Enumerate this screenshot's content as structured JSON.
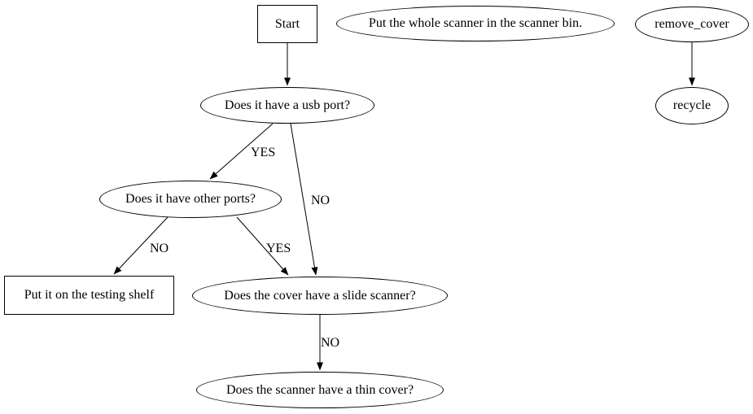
{
  "diagram": {
    "background": "#ffffff",
    "stroke_color": "#000000",
    "text_color": "#000000",
    "nodes": {
      "start": {
        "label": "Start",
        "shape": "box"
      },
      "scanner_bin": {
        "label": "Put the whole scanner in the scanner bin.",
        "shape": "ellipse"
      },
      "remove_cover": {
        "label": "remove_cover",
        "shape": "ellipse"
      },
      "usb_port": {
        "label": "Does it have a usb port?",
        "shape": "ellipse"
      },
      "recycle": {
        "label": "recycle",
        "shape": "ellipse"
      },
      "other_ports": {
        "label": "Does it have other ports?",
        "shape": "ellipse"
      },
      "testing_shelf": {
        "label": "Put it on the testing shelf",
        "shape": "box"
      },
      "slide_scanner": {
        "label": "Does the cover have a slide scanner?",
        "shape": "ellipse"
      },
      "thin_cover": {
        "label": "Does the scanner have a thin cover?",
        "shape": "ellipse"
      }
    },
    "edges": [
      {
        "from": "start",
        "to": "usb_port",
        "label": ""
      },
      {
        "from": "usb_port",
        "to": "other_ports",
        "label": "YES"
      },
      {
        "from": "usb_port",
        "to": "slide_scanner",
        "label": "NO"
      },
      {
        "from": "other_ports",
        "to": "testing_shelf",
        "label": "NO"
      },
      {
        "from": "other_ports",
        "to": "slide_scanner",
        "label": "YES"
      },
      {
        "from": "slide_scanner",
        "to": "thin_cover",
        "label": "NO"
      },
      {
        "from": "remove_cover",
        "to": "recycle",
        "label": ""
      }
    ]
  }
}
